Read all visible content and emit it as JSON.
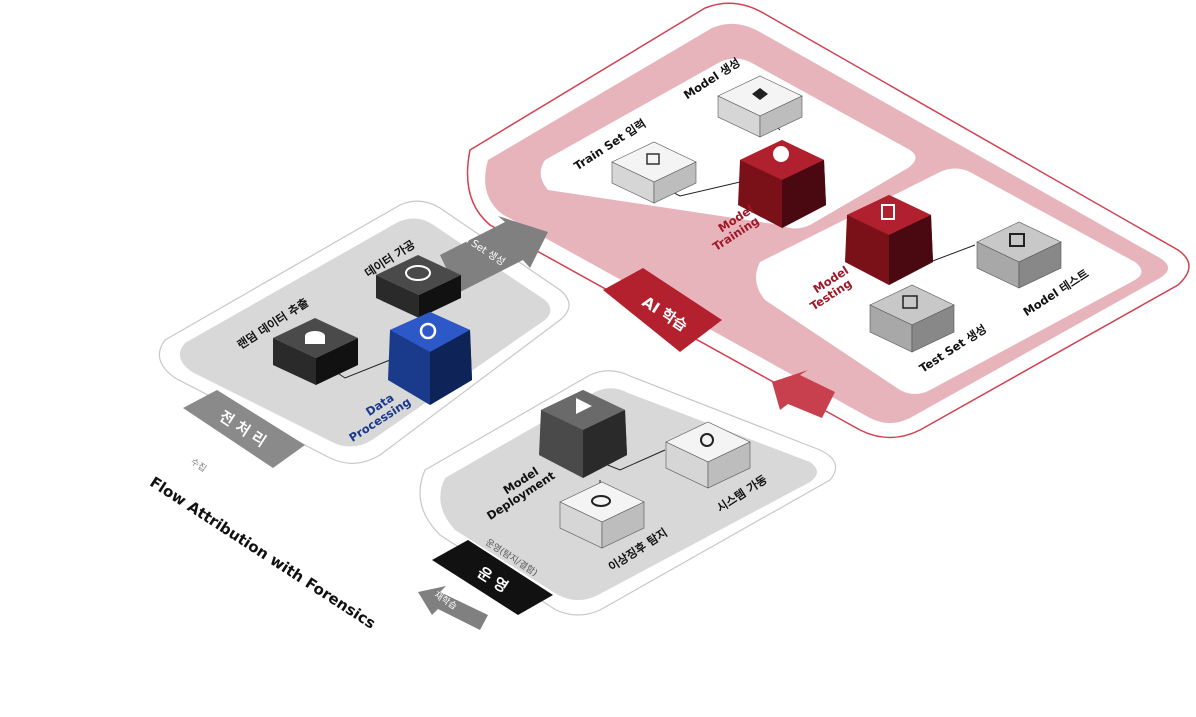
{
  "colors": {
    "ai_panel_border": "#d24050",
    "ai_panel_fill": "#e8b4bc",
    "ai_tag": "#b3202e",
    "ai_arrow": "#c8404e",
    "gray_panel": "#d8d8d8",
    "blue_cube": "#1a3a8c",
    "red_cube": "#7a1018",
    "dark_cube": "#2a2a2a",
    "gray_arrow": "#808080"
  },
  "preprocessing": {
    "tag": "전 처 리",
    "arrow_label": "Train Set 생성",
    "collect_label": "수집",
    "nodes": {
      "random_extract": "랜덤 데이터 추출",
      "data_processing_1": "Data",
      "data_processing_2": "Processing",
      "data_refine": "데이터 가공"
    }
  },
  "ai": {
    "tag": "AI 학습",
    "nodes": {
      "train_input": "Train Set 입력",
      "model_create": "Model 생성",
      "training_1": "Model",
      "training_2": "Training",
      "testing_1": "Model",
      "testing_2": "Testing",
      "test_set": "Test Set 생성",
      "model_test": "Model 테스트"
    }
  },
  "operation": {
    "tag": "운 영",
    "subtag": "운영(탐지/결함)",
    "arrow_label": "재학습",
    "nodes": {
      "deploy_1": "Model",
      "deploy_2": "Deployment",
      "system_run": "시스템 가동",
      "anomaly": "이상징후 탐지"
    }
  },
  "footer_title": "Flow Attribution with Forensics"
}
